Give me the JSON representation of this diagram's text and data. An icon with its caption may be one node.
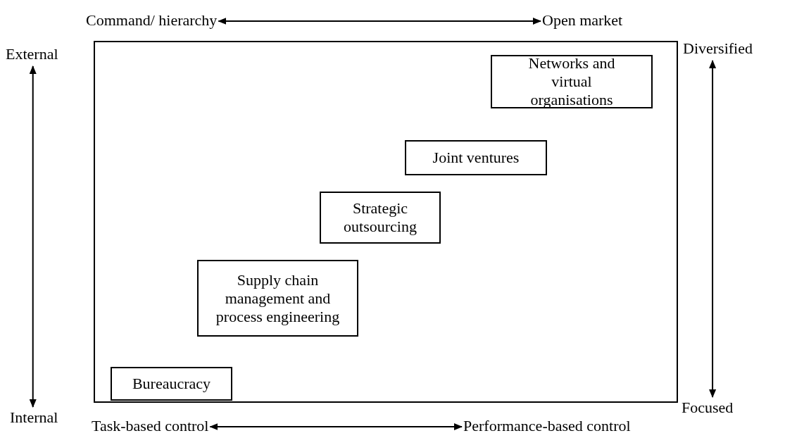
{
  "diagram": {
    "nodes": [
      {
        "text": [
          "Command/ hierarchy"
        ]
      },
      {
        "text": [
          "Open market"
        ]
      },
      {
        "text": [
          "External"
        ]
      },
      {
        "text": [
          "Diversified"
        ]
      },
      {
        "text": [],
        "shape": "box"
      },
      {
        "text": [
          "Networks and virtual organisations"
        ],
        "in": 4
      },
      {
        "text": [
          "Joint ventures"
        ],
        "in": 4
      },
      {
        "text": [
          "Strategic outsourcing"
        ],
        "in": 4
      },
      {
        "text": [
          "Supply chain management and process engineering"
        ],
        "in": 4
      },
      {
        "text": [
          "Bureaucracy"
        ],
        "in": 4
      },
      {
        "text": [
          "Internal"
        ]
      },
      {
        "text": [
          "Focused"
        ]
      },
      {
        "text": [
          "Task-based control"
        ]
      },
      {
        "text": [
          "Performance-based control"
        ]
      }
    ],
    "edges": [
      {
        "from": 0,
        "to": 1,
        "arrow": "both"
      },
      {
        "from": 2,
        "to": 10,
        "arrow": "both"
      },
      {
        "from": 3,
        "to": 11,
        "arrow": "both"
      },
      {
        "from": 12,
        "to": 13,
        "arrow": "both"
      }
    ]
  }
}
